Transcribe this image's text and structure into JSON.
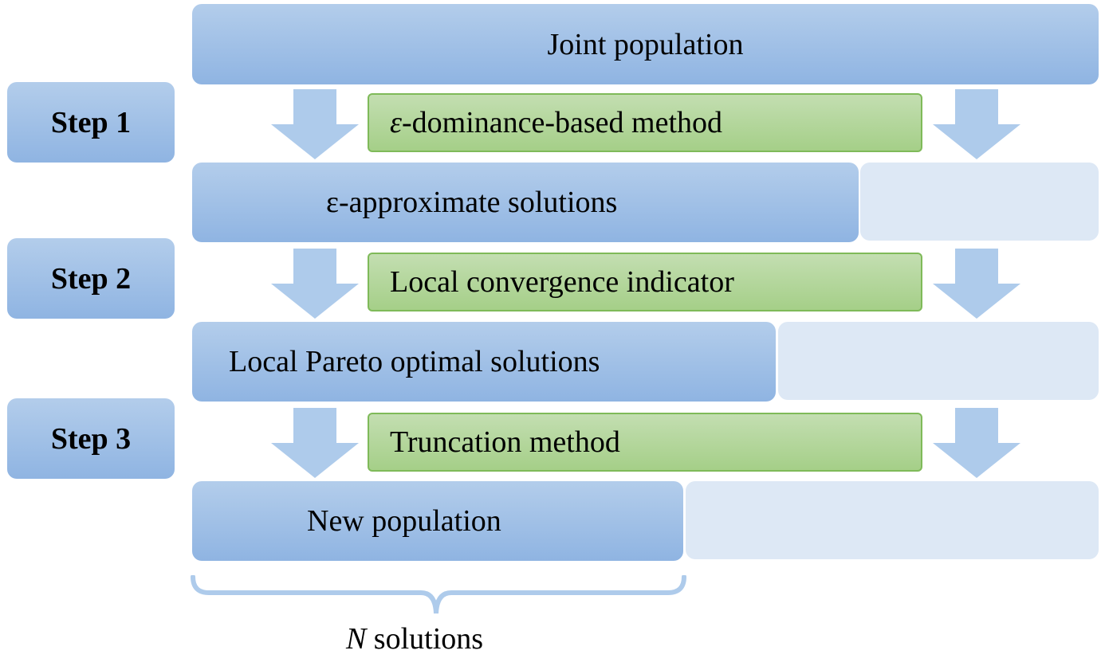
{
  "top_bar": {
    "label": "Joint population"
  },
  "steps": [
    {
      "label": "Step 1",
      "method": "-dominance-based method",
      "method_symbol": "ε",
      "result": "ε-approximate solutions"
    },
    {
      "label": "Step 2",
      "method": "Local convergence indicator",
      "method_symbol": "",
      "result": "Local Pareto optimal solutions"
    },
    {
      "label": "Step 3",
      "method": "Truncation method",
      "method_symbol": "",
      "result": "New population"
    }
  ],
  "brace_caption": {
    "variable": "N",
    "text": " solutions"
  },
  "colors": {
    "blue_bar": "#9fbfe6",
    "ghost_bar": "#dde8f5",
    "arrow": "#aecbeb",
    "method_fill": "#b4d69d",
    "method_border": "#7fba59"
  }
}
